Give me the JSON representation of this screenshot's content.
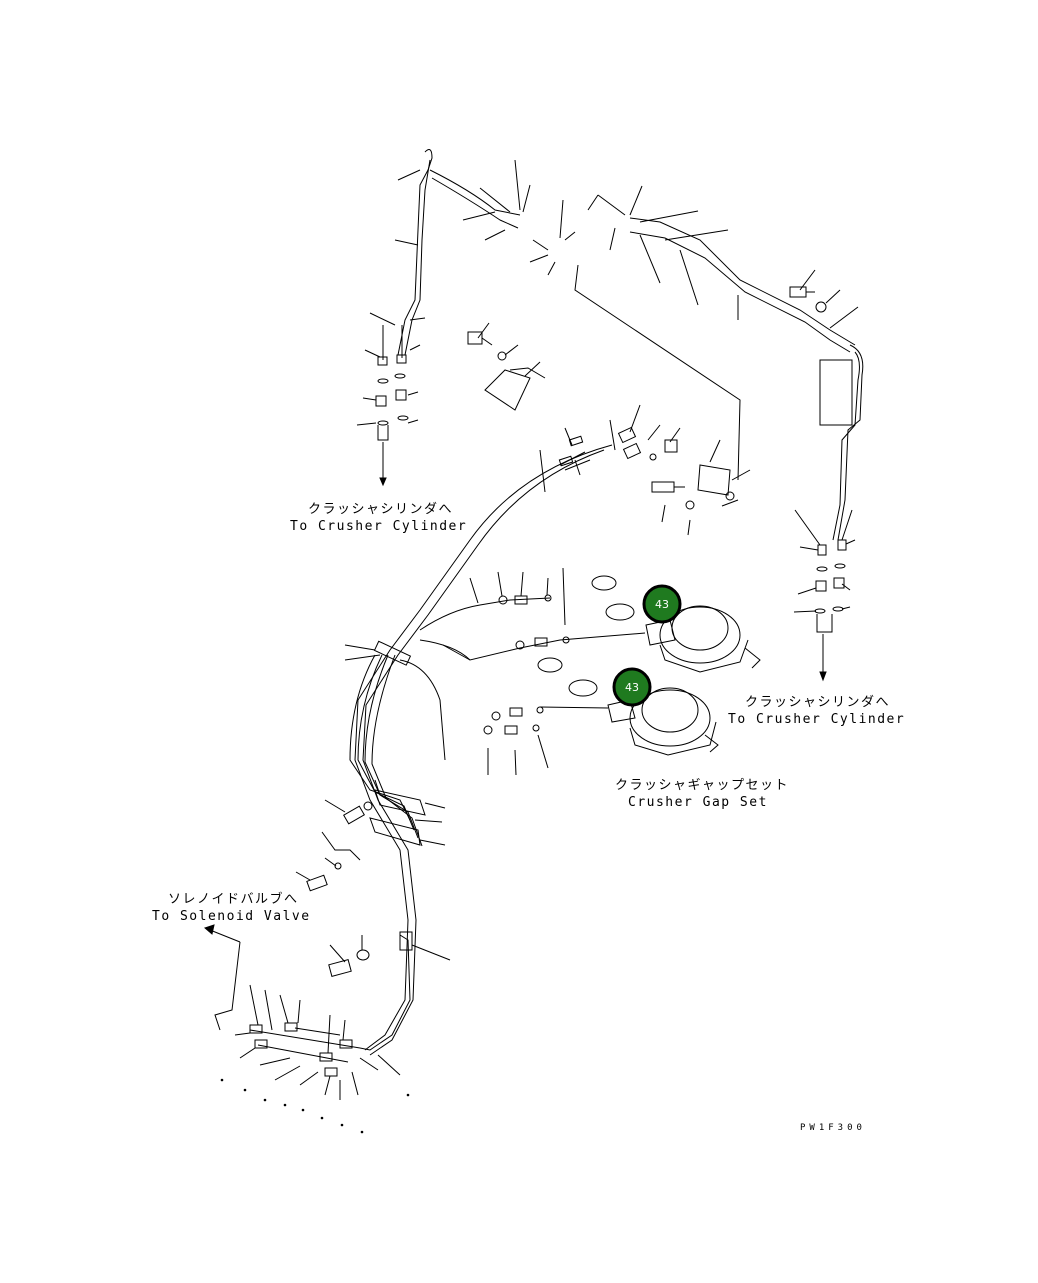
{
  "labels": {
    "crusher_cylinder_left_jp": "クラッシャシリンダへ",
    "crusher_cylinder_left_en": "To Crusher Cylinder",
    "crusher_cylinder_right_jp": "クラッシャシリンダへ",
    "crusher_cylinder_right_en": "To Crusher Cylinder",
    "gap_set_jp": "クラッシャギャップセット",
    "gap_set_en": "Crusher Gap Set",
    "solenoid_jp": "ソレノイドバルブへ",
    "solenoid_en": "To Solenoid Valve",
    "drawing_code": "PW1F300"
  },
  "callouts": [
    {
      "number": "43",
      "color": "#1f7a1f"
    },
    {
      "number": "43",
      "color": "#1f7a1f"
    }
  ]
}
